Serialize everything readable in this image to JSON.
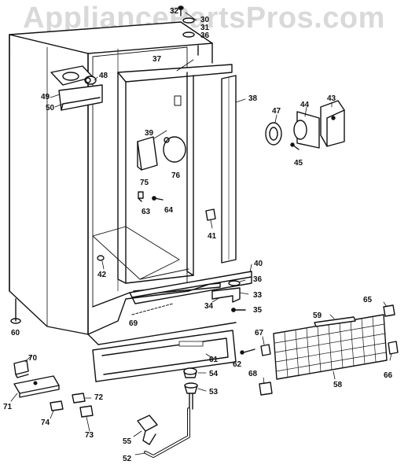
{
  "watermark": "AppliancePartsPros.com",
  "part_numbers": [
    "32",
    "30",
    "31",
    "36",
    "37",
    "38",
    "48",
    "49",
    "50",
    "43",
    "44",
    "47",
    "45",
    "39",
    "76",
    "75",
    "63",
    "64",
    "41",
    "42",
    "40",
    "36",
    "33",
    "34",
    "35",
    "69",
    "60",
    "65",
    "59",
    "67",
    "62",
    "61",
    "54",
    "53",
    "66",
    "68",
    "58",
    "70",
    "71",
    "72",
    "74",
    "73",
    "55",
    "52"
  ]
}
